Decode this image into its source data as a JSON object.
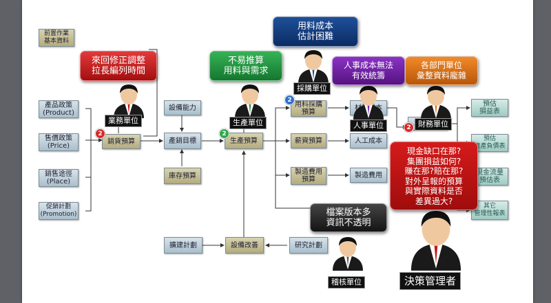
{
  "legend": "前置作業\n基本資料",
  "marketing_boxes": [
    {
      "id": "product",
      "text": "產品政策\n(Product)"
    },
    {
      "id": "price",
      "text": "售價政策\n(Price)"
    },
    {
      "id": "place",
      "text": "銷售途徑\n(Place)"
    },
    {
      "id": "promotion",
      "text": "促銷計劃\n(Promotion)"
    }
  ],
  "process_boxes": {
    "sales_budget": "銷貨預算",
    "equipment_capacity": "設備能力",
    "production_target": "產銷目標",
    "inventory_budget": "庫存預算",
    "production_budget": "生產預算",
    "material_purchase_budget": "用料採購\n預算",
    "salary_budget": "薪資預算",
    "mfg_expense_budget": "製造費用\n預算",
    "material_cost": "材料成本",
    "labor_cost": "人工成本",
    "mfg_expense": "製造費用",
    "mfg_cost": "製造成本",
    "expansion_plan": "擴建計劃",
    "equipment_improvement": "設備改善",
    "research_plan": "研究計劃"
  },
  "report_boxes": [
    {
      "id": "pl",
      "text": "預估\n損益表"
    },
    {
      "id": "bs",
      "text": "預估\n資產負債表"
    },
    {
      "id": "cf",
      "text": "現金流量\n預估表"
    },
    {
      "id": "other",
      "text": "其它\n管理性報表"
    }
  ],
  "bubbles": {
    "sales": "來回修正調整\n拉長編列時間",
    "production": "不易推算\n用料與需求",
    "purchasing": "用料成本\n估計困難",
    "hr": "人事成本無法\n有效統籌",
    "finance": "各部門單位\n彙整資料龐雜",
    "audit": "檔案版本多\n資訊不透明",
    "management": "現金缺口在那?\n集團損益如何?\n賺在那?賠在那?\n對外呈報的預算\n與實際資料是否\n差異過大?"
  },
  "roles": {
    "sales": "業務單位",
    "production": "生產單位",
    "purchasing": "採購單位",
    "hr": "人事單位",
    "finance": "財務單位",
    "audit": "稽核單位",
    "management": "決策管理者"
  },
  "badges": {
    "sales": "2",
    "production": "2",
    "purchasing": "2",
    "finance": "2"
  },
  "colors": {
    "red_bubble": "#c61414",
    "green_bubble": "#1f8c3b",
    "navy_bubble": "#14397a",
    "purple_bubble": "#6a1f9c",
    "orange_bubble": "#d46d14",
    "black_bubble": "#222222"
  }
}
